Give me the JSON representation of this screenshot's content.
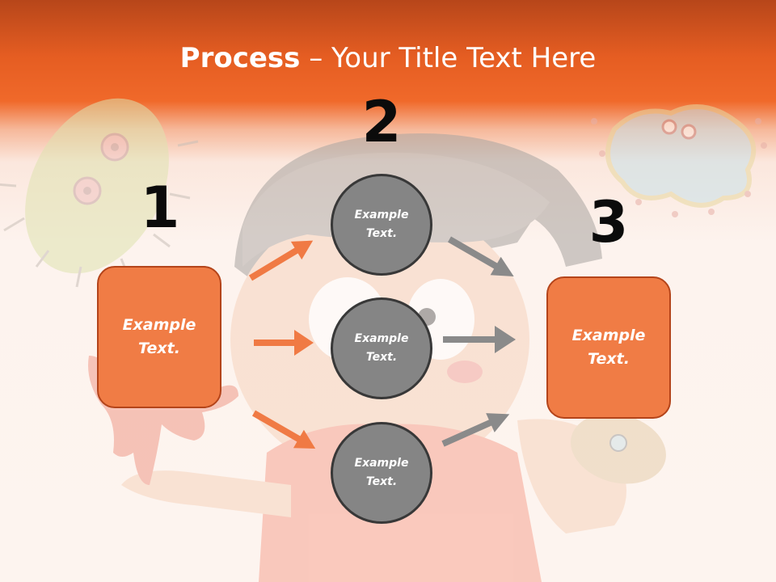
{
  "title": {
    "bold": "Process",
    "separator": " – ",
    "rest": "Your Title Text Here"
  },
  "steps": [
    {
      "number": "1"
    },
    {
      "number": "2"
    },
    {
      "number": "3"
    }
  ],
  "boxes": [
    {
      "text": "Example Text."
    },
    {
      "text": "Example Text."
    }
  ],
  "circles": [
    {
      "text": "Example Text."
    },
    {
      "text": "Example Text."
    },
    {
      "text": "Example Text."
    }
  ],
  "colors": {
    "header": "#e55d22",
    "box_fill": "#f07c45",
    "box_border": "#b4441a",
    "circle_fill": "#858585",
    "circle_border": "#383838",
    "orange_arrow": "#f07a44",
    "gray_arrow": "#8a8a8a"
  }
}
